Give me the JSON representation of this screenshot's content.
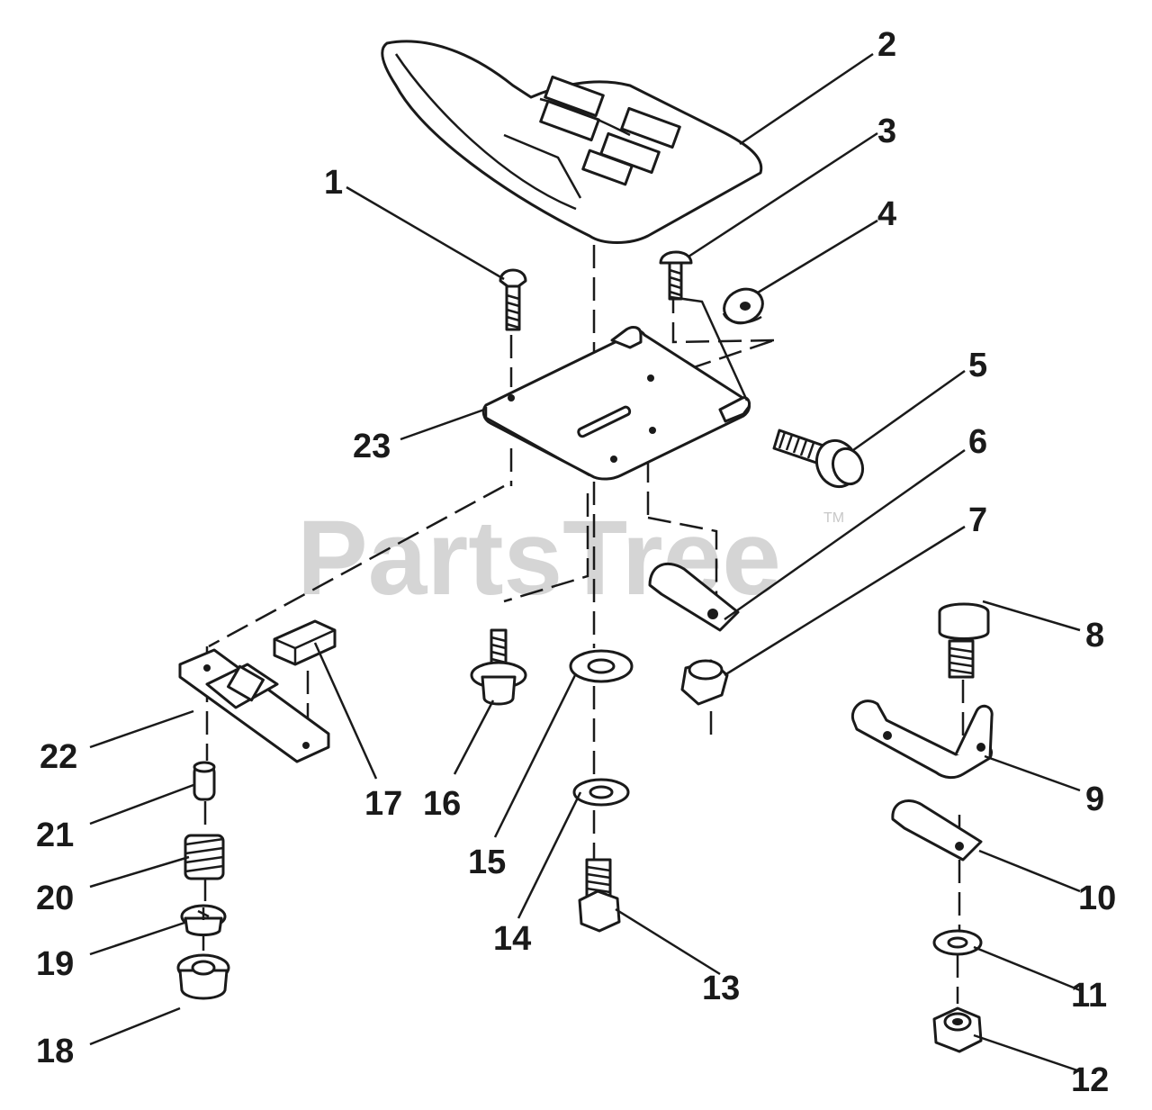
{
  "watermark": {
    "text": "PartsTree",
    "tm": "TM"
  },
  "callouts": [
    "1",
    "2",
    "3",
    "4",
    "5",
    "6",
    "7",
    "8",
    "9",
    "10",
    "11",
    "12",
    "13",
    "14",
    "15",
    "16",
    "17",
    "18",
    "19",
    "20",
    "21",
    "22",
    "23"
  ],
  "colors": {
    "ink": "#1a1a1a",
    "watermark": "#c8c8c8",
    "background": "#ffffff"
  }
}
